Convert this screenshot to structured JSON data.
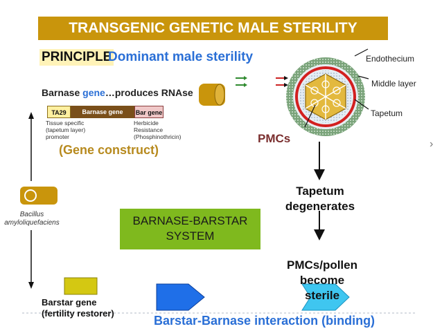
{
  "title": "TRANSGENIC GENETIC MALE STERILITY",
  "principle_label": "PRINCIPLE",
  "principle_text": "Dominant male sterility",
  "barnase_line": {
    "prefix": "Barnase ",
    "gene": "gene",
    "suffix": "…produces RNAse"
  },
  "construct": {
    "segments": [
      "TA29",
      "Barnase gene",
      "Bar gene"
    ],
    "notes": {
      "left": "Tissue specific\n(tapetum layer)\npromoter",
      "right": "Herbicide\nResistance\n(Phosphinothricin)"
    },
    "label": "(Gene construct)"
  },
  "cell_labels": {
    "endothecium": "Endothecium",
    "middle_layer": "Middle layer",
    "tapetum": "Tapetum"
  },
  "pmcs_label": "PMCs",
  "tapetum_degenerates": "Tapetum\ndegenerates",
  "system_box": "BARNASE-BARSTAR\nSYSTEM",
  "pmcs_pollen": "PMCs/pollen\nbecome\nsterile",
  "bacillus": "Bacillus\namyloliquefaciens",
  "barstar_gene": "Barstar gene\n(fertility restorer)",
  "bottom_caption": "Barstar-Barnase interaction (binding)",
  "nav_chevron": "›",
  "colors": {
    "title_bg": "#c9950c",
    "blue_text": "#2a6fd6",
    "gold_text": "#b78a1e",
    "system_bg": "#7fb91e",
    "capsule": "#c9950c",
    "barstar_box": "#d4c812",
    "blue_pentagon": "#1f6fe8",
    "cyan_pentagon": "#3fc6f0"
  }
}
